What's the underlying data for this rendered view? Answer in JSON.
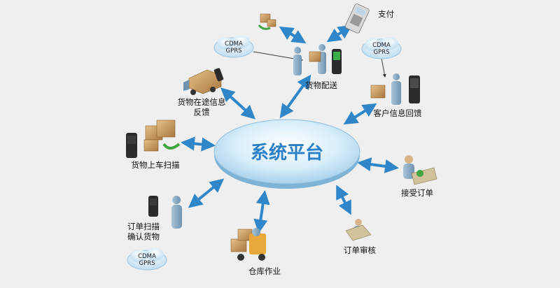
{
  "hub": {
    "label": "系统平台"
  },
  "nodes": {
    "payment": {
      "label": "支付"
    },
    "goods_delivery": {
      "label": "货物配送"
    },
    "transit_feedback": {
      "label": "货物在途信息\n反馈"
    },
    "customer_feedback": {
      "label": "客户信息回馈"
    },
    "loading_scan": {
      "label": "货物上车扫描"
    },
    "accept_order": {
      "label": "接受订单"
    },
    "order_scan_confirm": {
      "label": "订单扫描\n确认货物"
    },
    "order_review": {
      "label": "订单审核"
    },
    "warehouse_ops": {
      "label": "仓库作业"
    }
  },
  "network_badges": [
    {
      "line1": "CDMA",
      "line2": "GPRS"
    },
    {
      "line1": "CDMA",
      "line2": "GPRS"
    },
    {
      "line1": "CDMA",
      "line2": "GPRS"
    }
  ],
  "colors": {
    "background": "#efefef",
    "hub_fill": "#cfe8f7",
    "hub_text": "#2a7fc9",
    "arrow": "#2f86c8",
    "label_text": "#111111",
    "box": "#c99858",
    "person": "#86a9c4",
    "device": "#2b2b2b"
  }
}
